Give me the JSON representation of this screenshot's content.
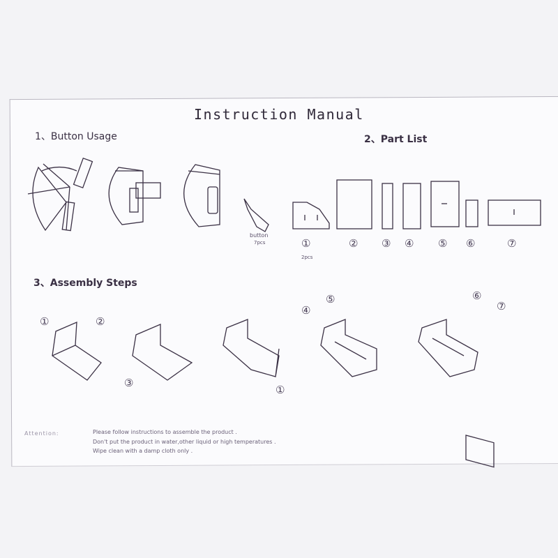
{
  "title": "Instruction Manual",
  "sections": {
    "button_usage": "1、Button Usage",
    "part_list": "2、Part List",
    "assembly_steps": "3、Assembly Steps"
  },
  "button_label": "button",
  "button_qty": "7pcs",
  "part1_qty": "2pcs",
  "parts": [
    "①",
    "②",
    "③",
    "④",
    "⑤",
    "⑥",
    "⑦"
  ],
  "step_labels": {
    "s1a": "①",
    "s1b": "②",
    "s2": "③",
    "s3": "①",
    "s4a": "④",
    "s4b": "⑤",
    "s5a": "⑥",
    "s5b": "⑦"
  },
  "attention": {
    "label": "Attention:",
    "lines": [
      "Please follow instructions to assemble the product .",
      "Don't put the product in water,other liquid or high temperatures .",
      "Wipe clean with a damp cloth only ."
    ]
  }
}
